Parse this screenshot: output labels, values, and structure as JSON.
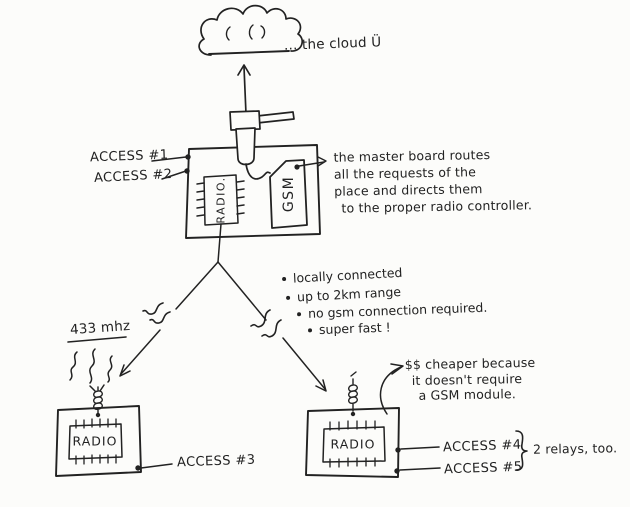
{
  "colors": {
    "ink": "#222222",
    "paper": "#fcfcfa"
  },
  "cloud": {
    "label": "... the cloud Ü"
  },
  "master_board": {
    "access_ports": [
      {
        "label": "ACCESS #1"
      },
      {
        "label": "ACCESS #2"
      }
    ],
    "radio_chip_label": "RADIO.",
    "gsm_chip_label": "GSM",
    "note_lines": [
      "the master board routes",
      "all the requests of the",
      "place and directs them",
      "to the proper radio controller."
    ]
  },
  "radio_link_notes": [
    "locally connected",
    "up to 2km range",
    "no gsm connection required.",
    "super fast !"
  ],
  "left_controller": {
    "frequency_label": "433 mhz",
    "radio_chip_label": "RADIO",
    "access_port_label": "ACCESS #3"
  },
  "right_controller": {
    "radio_chip_label": "RADIO",
    "access_port_labels": [
      "ACCESS #4",
      "ACCESS #5"
    ],
    "relays_note": "2 relays, too.",
    "cheaper_note_lines": [
      "$$ cheaper because",
      "it doesn't require",
      "a GSM module."
    ]
  }
}
